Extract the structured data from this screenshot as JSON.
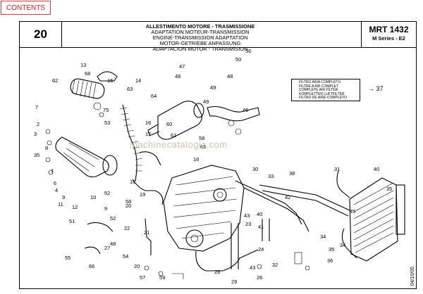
{
  "nav": {
    "contents_label": "CONTENTS"
  },
  "header": {
    "section_number": "20",
    "titles": [
      "ALLESTIMENTO MOTORE - TRASMISSIONE",
      "ADAPTATION MOTEUR-TRANSMISSION",
      "ENGINE-TRANSMISSION ADAPTATION",
      "MOTOR-GETRIEBE ANPASSUNG",
      "ADAPTACION MOTOR - TRANSMISION"
    ],
    "model": "MRT 1432",
    "series": "M Series - E2"
  },
  "filter_note": {
    "lines": [
      "FILTRO ARIA COMPLETO",
      "FILTRE A AIR COMPLET",
      "COMPLETE AIR FILTER",
      "KOMPLETTER LUFTFILTER",
      "FILTRO DE AIRE COMPLETO"
    ],
    "ref": "37"
  },
  "watermark": "machinecatalogic.com",
  "date": "04/10/05",
  "callouts": [
    "13",
    "68",
    "62",
    "15",
    "14",
    "63",
    "64",
    "75",
    "7",
    "2",
    "3",
    "8",
    "53",
    "56",
    "50",
    "48",
    "47",
    "49",
    "48",
    "49",
    "46",
    "16",
    "17",
    "60",
    "61",
    "58",
    "65",
    "16",
    "18",
    "19",
    "58",
    "30",
    "38",
    "33",
    "31",
    "40",
    "35",
    "35",
    "1",
    "6",
    "4",
    "9",
    "11",
    "12",
    "10",
    "9",
    "52",
    "52",
    "51",
    "20",
    "22",
    "21",
    "23",
    "24",
    "40",
    "41",
    "43",
    "26",
    "27",
    "54",
    "48",
    "55",
    "66",
    "20",
    "57",
    "59",
    "29",
    "28",
    "32",
    "45",
    "43",
    "42",
    "36",
    "34",
    "35",
    "34"
  ]
}
